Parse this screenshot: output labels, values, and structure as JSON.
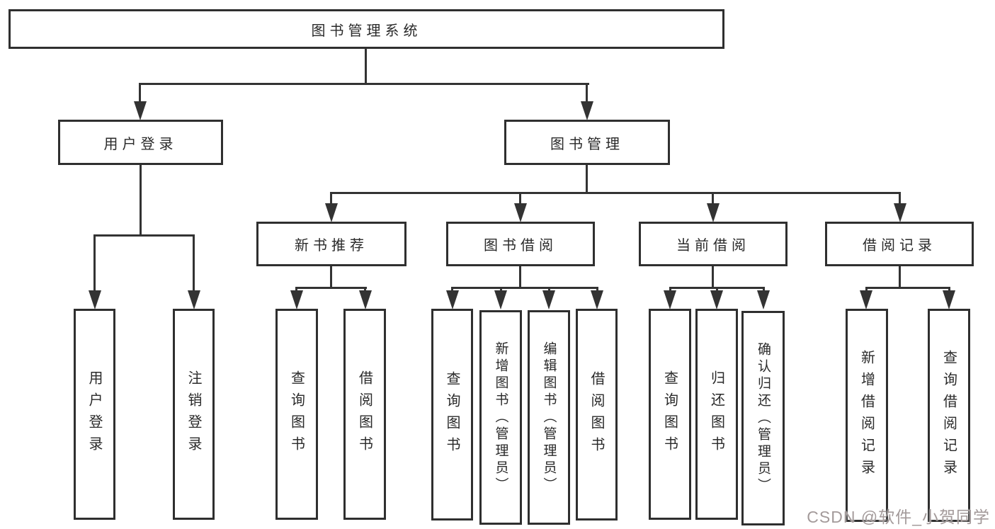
{
  "diagram": {
    "root": {
      "label": "图书管理系统"
    },
    "level2": [
      {
        "label": "用户登录"
      },
      {
        "label": "图书管理"
      }
    ],
    "level3": [
      {
        "label": "新书推荐"
      },
      {
        "label": "图书借阅"
      },
      {
        "label": "当前借阅"
      },
      {
        "label": "借阅记录"
      }
    ],
    "leaves": [
      {
        "label": "用户登录"
      },
      {
        "label": "注销登录"
      },
      {
        "label": "查询图书"
      },
      {
        "label": "借阅图书"
      },
      {
        "label": "查询图书"
      },
      {
        "label": "新增图书（管理员）"
      },
      {
        "label": "编辑图书（管理员）"
      },
      {
        "label": "借阅图书"
      },
      {
        "label": "查询图书"
      },
      {
        "label": "归还图书"
      },
      {
        "label": "确认归还（管理员）"
      },
      {
        "label": "新增借阅记录"
      },
      {
        "label": "查询借阅记录"
      }
    ],
    "watermark": {
      "text": "CSDN @软件_小贺同学"
    }
  },
  "theme": {
    "line_color": "#333333",
    "border_color": "#2f2f2f",
    "box_fill": "#ffffff",
    "page_bg": "#ffffff",
    "text_color": "#2a2a2a",
    "watermark_color": "#a39a9a"
  }
}
